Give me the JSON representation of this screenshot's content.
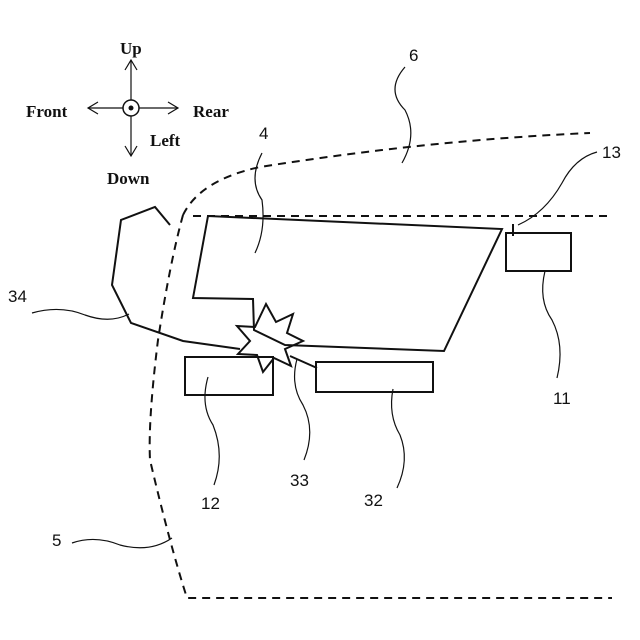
{
  "directions": {
    "up": "Up",
    "down": "Down",
    "front": "Front",
    "rear": "Rear",
    "left": "Left"
  },
  "labels": {
    "l4": "4",
    "l5": "5",
    "l6": "6",
    "l11": "11",
    "l12": "12",
    "l13": "13",
    "l32": "32",
    "l33": "33",
    "l34": "34"
  }
}
